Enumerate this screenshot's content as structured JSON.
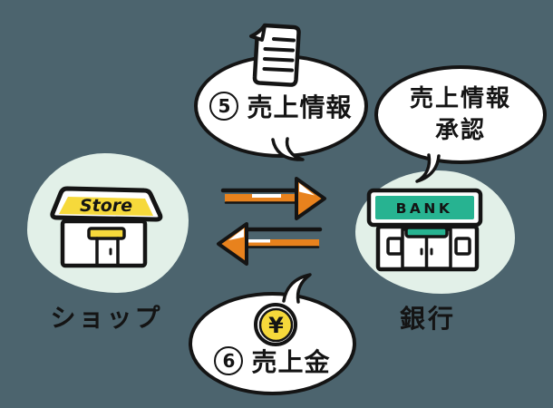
{
  "colors": {
    "background": "#4c646e",
    "blob": "#e2f0e8",
    "bubble-fill": "#ffffff",
    "ink": "#141414",
    "yellow": "#f6d93b",
    "teal": "#27b391",
    "orange": "#e8821d"
  },
  "store": {
    "sign": "Store",
    "label": "ショップ"
  },
  "bank": {
    "sign": "BANK",
    "label": "銀行"
  },
  "bubbles": {
    "sales_info": {
      "number": "5",
      "text": "売上情報"
    },
    "approval": {
      "line1": "売上情報",
      "line2": "承認"
    },
    "sales_money": {
      "number": "6",
      "text": "売上金"
    }
  },
  "coin": {
    "symbol": "¥"
  },
  "arrows": {
    "to_bank": "right",
    "to_store": "left"
  }
}
